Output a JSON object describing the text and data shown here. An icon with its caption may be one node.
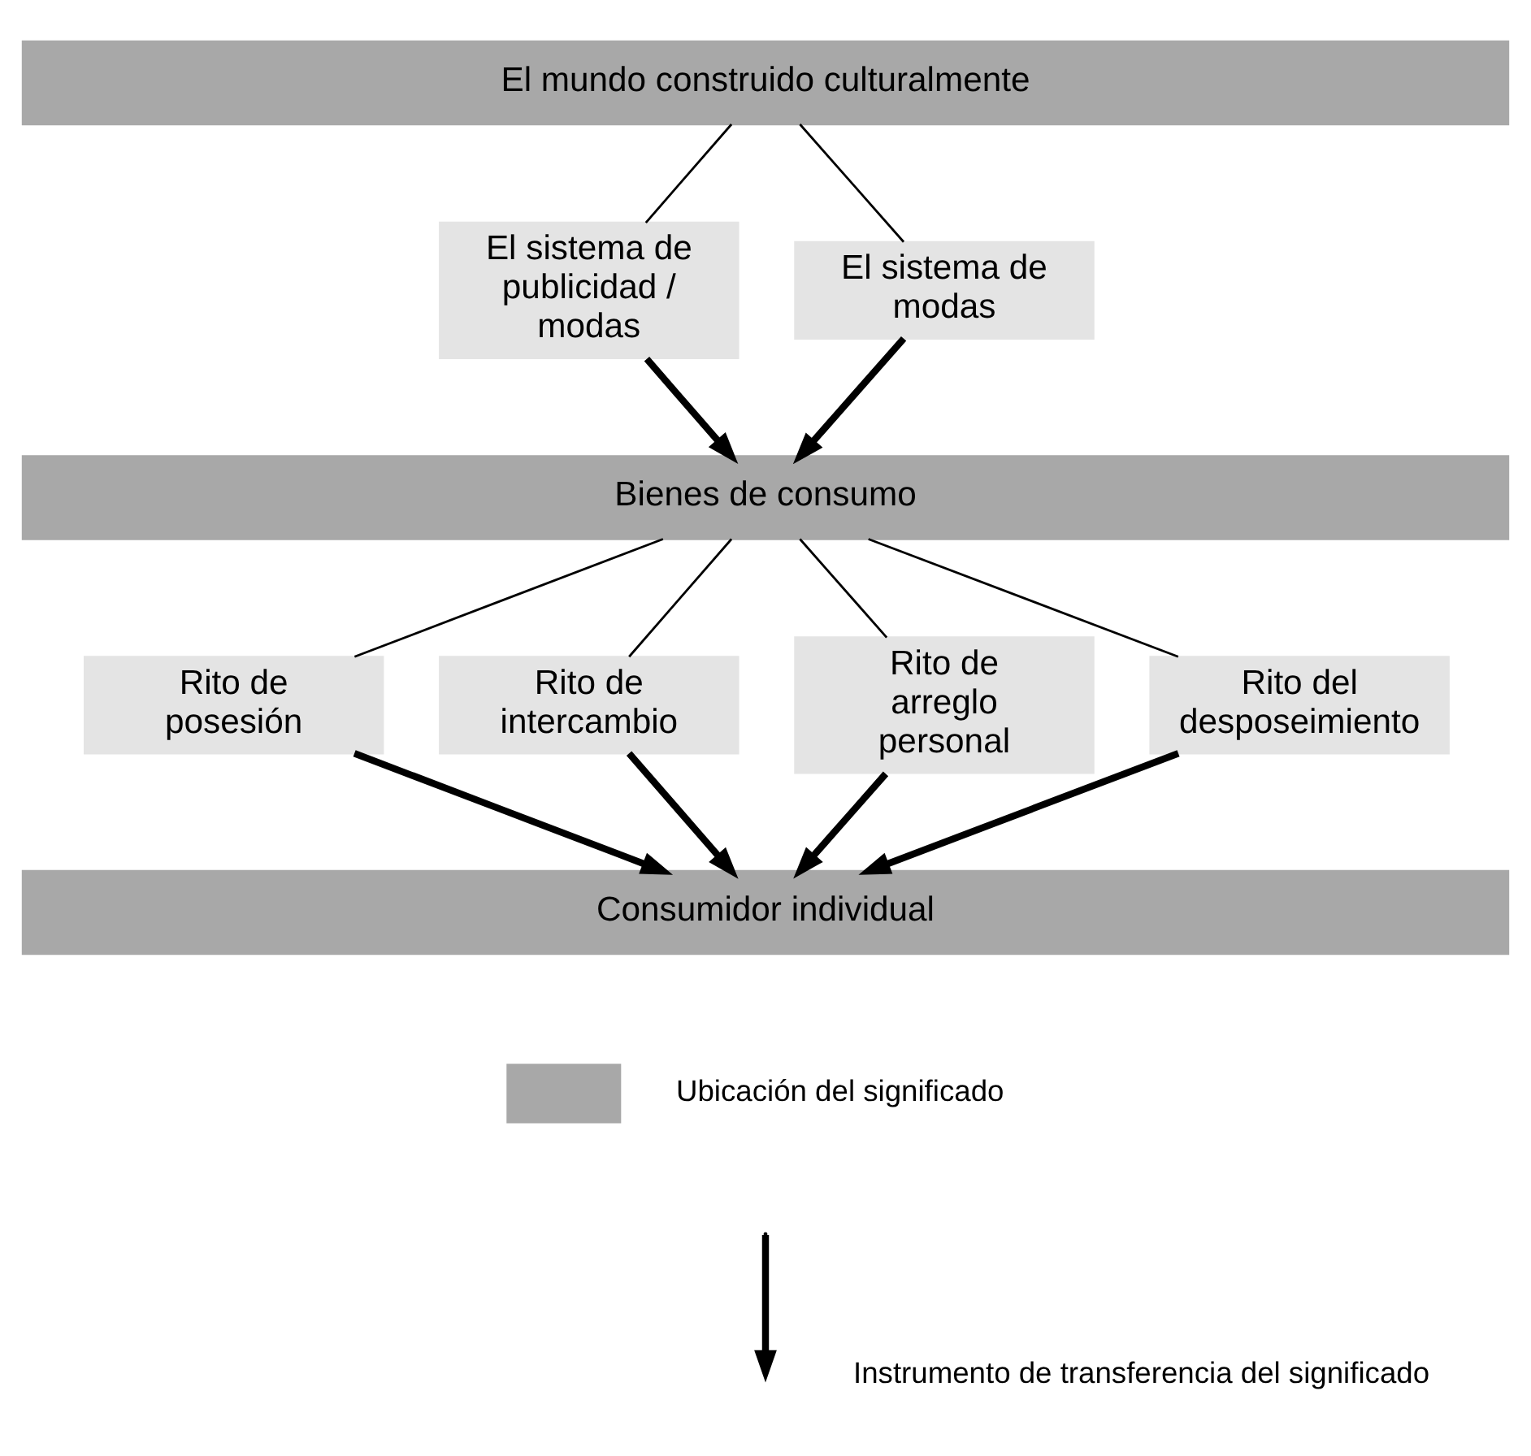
{
  "diagram": {
    "nodes": [
      {
        "text": [
          "El mundo construido culturalmente"
        ]
      },
      {
        "text": [
          "El sistema de publicidad / modas"
        ]
      },
      {
        "text": [
          "El sistema de modas"
        ]
      },
      {
        "text": [
          "Bienes de consumo"
        ]
      },
      {
        "text": [
          "Rito de posesión"
        ]
      },
      {
        "text": [
          "Rito de intercambio"
        ]
      },
      {
        "text": [
          "Rito de arreglo personal"
        ]
      },
      {
        "text": [
          "Rito del desposeimiento"
        ]
      },
      {
        "text": [
          "Consumidor individual"
        ]
      }
    ],
    "edges": [
      {
        "from": 0,
        "to": 1,
        "arrow": "none"
      },
      {
        "from": 0,
        "to": 2,
        "arrow": "none"
      },
      {
        "from": 1,
        "to": 3,
        "arrow": "to",
        "style": "thick"
      },
      {
        "from": 2,
        "to": 3,
        "arrow": "to",
        "style": "thick"
      },
      {
        "from": 3,
        "to": 4,
        "arrow": "none"
      },
      {
        "from": 3,
        "to": 5,
        "arrow": "none"
      },
      {
        "from": 3,
        "to": 6,
        "arrow": "none"
      },
      {
        "from": 3,
        "to": 7,
        "arrow": "none"
      },
      {
        "from": 4,
        "to": 8,
        "arrow": "to",
        "style": "thick"
      },
      {
        "from": 5,
        "to": 8,
        "arrow": "to",
        "style": "thick"
      },
      {
        "from": 6,
        "to": 8,
        "arrow": "to",
        "style": "thick"
      },
      {
        "from": 7,
        "to": 8,
        "arrow": "to",
        "style": "thick"
      }
    ],
    "legend": [
      {
        "text": "Ubicación del significado",
        "color": "#a8a8a8"
      },
      {
        "text": "Instrumento de transferencia del significado"
      }
    ]
  }
}
